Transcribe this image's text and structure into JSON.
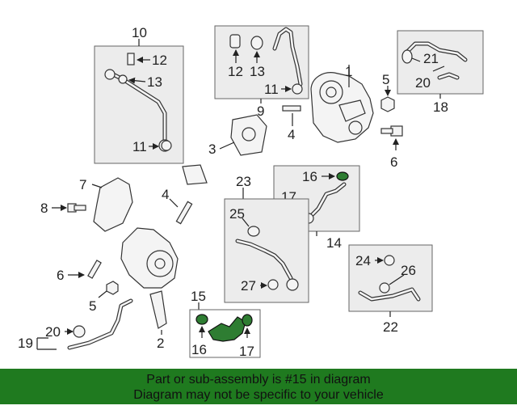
{
  "callouts": {
    "c1": "1",
    "c2": "2",
    "c3": "3",
    "c4a": "4",
    "c4b": "4",
    "c5a": "5",
    "c5b": "5",
    "c6a": "6",
    "c6b": "6",
    "c7": "7",
    "c8": "8",
    "c9": "9",
    "c10": "10",
    "c11a": "11",
    "c11b": "11",
    "c12a": "12",
    "c12b": "12",
    "c13a": "13",
    "c13b": "13",
    "c14": "14",
    "c15": "15",
    "c16a": "16",
    "c16b": "16",
    "c17a": "17",
    "c17b": "17",
    "c18": "18",
    "c19": "19",
    "c20a": "20",
    "c20b": "20",
    "c21": "21",
    "c22": "22",
    "c23": "23",
    "c24": "24",
    "c25": "25",
    "c26": "26",
    "c27": "27"
  },
  "highlight_color": "#2e7d32",
  "banner": {
    "line1": "Part or sub-assembly is #15 in diagram",
    "line2": "Diagram may not be specific to your vehicle",
    "color": "#1f7a1f"
  }
}
